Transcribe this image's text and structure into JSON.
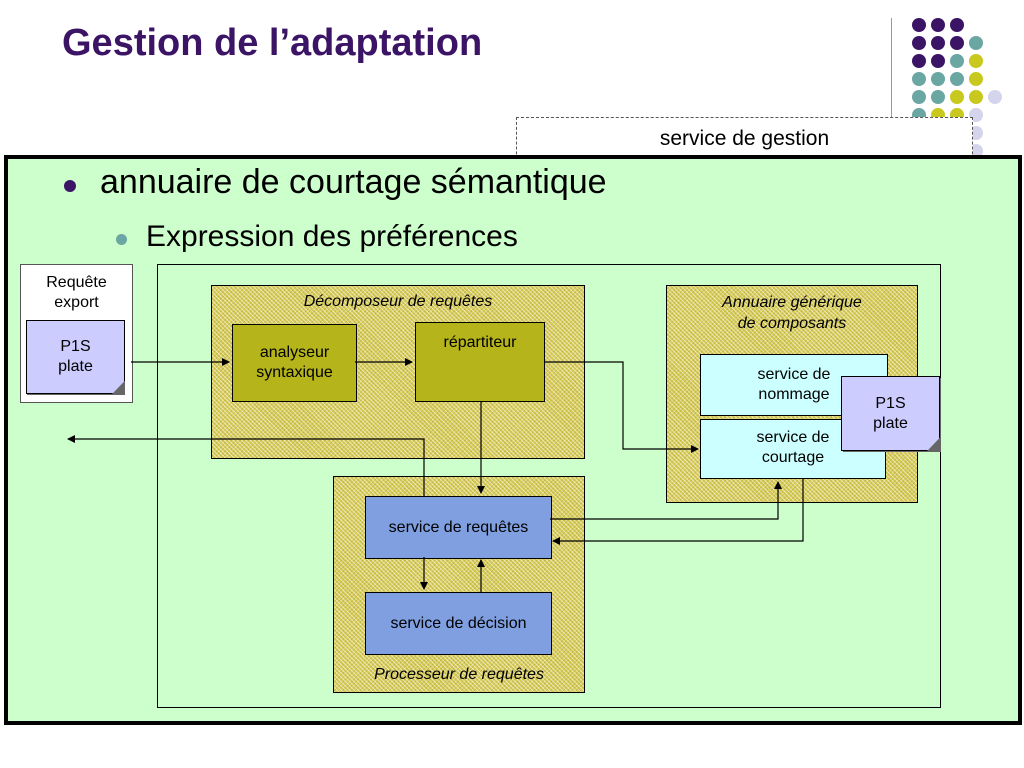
{
  "slide": {
    "title": "Gestion de l’adaptation",
    "service_gestion": "service de gestion",
    "bullet1": "annuaire de courtage sémantique",
    "bullet2": "Expression des préférences"
  },
  "diagram": {
    "request": {
      "label_line1": "Requête",
      "label_line2": "export",
      "doc_line1": "P1S",
      "doc_line2": "plate"
    },
    "decomposer": {
      "title": "Décomposeur de requêtes",
      "parser_line1": "analyseur",
      "parser_line2": "syntaxique",
      "dispatcher": "répartiteur"
    },
    "directory": {
      "title_line1": "Annuaire générique",
      "title_line2": "de composants",
      "naming_line1": "service de",
      "naming_line2": "nommage",
      "brokering_line1": "service de",
      "brokering_line2": "courtage",
      "doc_line1": "P1S",
      "doc_line2": "plate"
    },
    "processor": {
      "title": "Processeur de requêtes",
      "query_service": "service de requêtes",
      "decision_service": "service de décision"
    }
  },
  "colors": {
    "title": "#3b1466",
    "panel_bg": "#ccffcc",
    "hatch": "#d8cc5a",
    "olive_box": "#b5b41a",
    "blue_box": "#7f9fe0",
    "cyan_box": "#ccffff",
    "doc_box": "#ccccff",
    "dot_purple": "#3b1466",
    "dot_teal": "#6aa6a2",
    "dot_yellow": "#c8c81e",
    "dot_lavender": "#d4d4ec"
  }
}
